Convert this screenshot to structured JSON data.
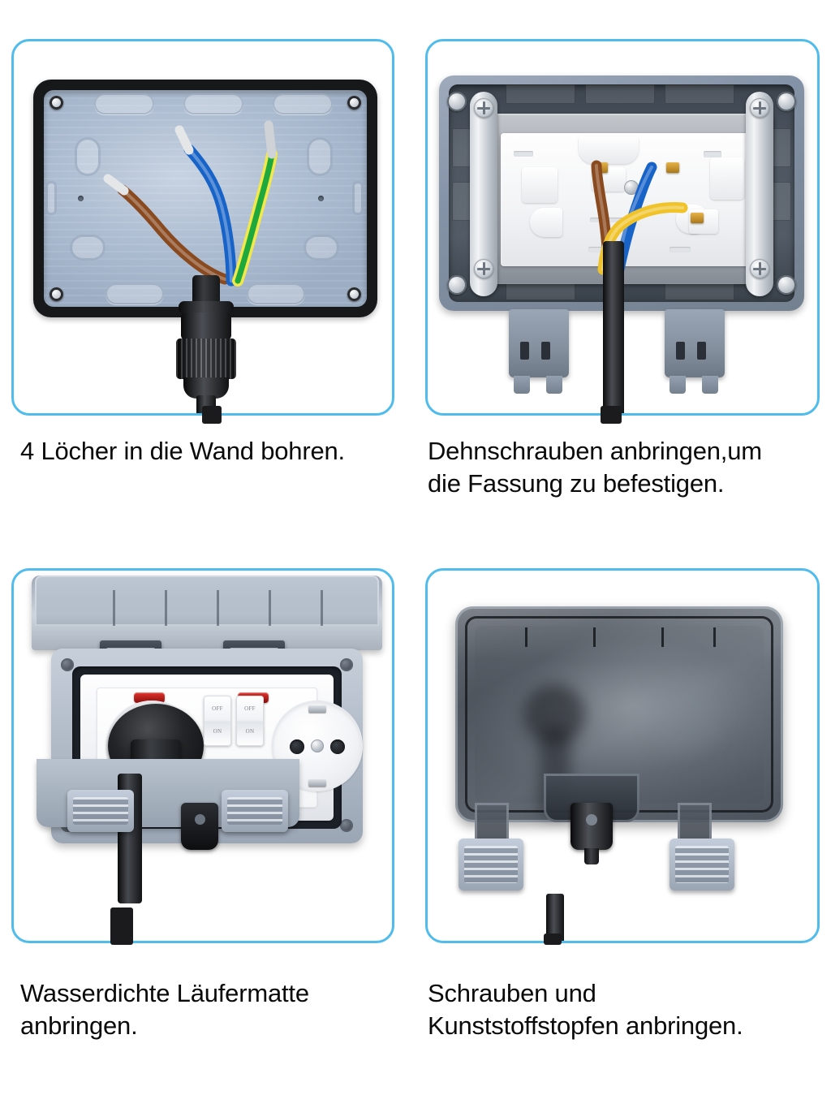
{
  "page": {
    "language": "de",
    "background_color": "#ffffff",
    "panel_border_color": "#4fbcec",
    "text_color": "#0a0a0a"
  },
  "steps": [
    {
      "index": 1,
      "caption": "4 Löcher in die Wand bohren.",
      "image_alt": "Offene graue Anschlussdose mit drei abisolierten Adern und schwarzer Kabelverschraubung",
      "wires": [
        {
          "name": "brown-live-wire",
          "color": "#8a4a20"
        },
        {
          "name": "blue-neutral-wire",
          "color": "#1763c8"
        },
        {
          "name": "green-yellow-earth-wire",
          "color": "#1fa83c"
        }
      ]
    },
    {
      "index": 2,
      "caption": "Dehnschrauben anbringen,um\ndie Fassung zu befestigen.",
      "image_alt": "Weißer Steckdoseneinsatz mit Metallhalterungen und angeschlossenen Adern",
      "wires": [
        {
          "name": "brown-live-wire",
          "color": "#8a4a20"
        },
        {
          "name": "blue-neutral-wire",
          "color": "#1763c8"
        },
        {
          "name": "yellow-earth-wire",
          "color": "#f0c32a"
        }
      ]
    },
    {
      "index": 3,
      "caption": "Wasserdichte Läufermatte\nanbringen.",
      "image_alt": "Geöffnete wasserdichte Steckdose mit zwei Schaltern und eingestecktem Schuko-Stecker",
      "switches": [
        {
          "name": "switch-left",
          "top_label": "OFF",
          "bottom_label": "ON"
        },
        {
          "name": "switch-right",
          "top_label": "OFF",
          "bottom_label": "ON"
        }
      ],
      "indicators": [
        {
          "name": "led-left",
          "color": "#e2332c"
        },
        {
          "name": "led-right",
          "color": "#e2332c"
        }
      ]
    },
    {
      "index": 4,
      "caption": "Schrauben und\nKunststoffstopfen anbringen.",
      "image_alt": "Geschlossene rauchglasfarbene Abdeckung mit Kunststoffstopfen und Kabelverschraubung"
    }
  ]
}
